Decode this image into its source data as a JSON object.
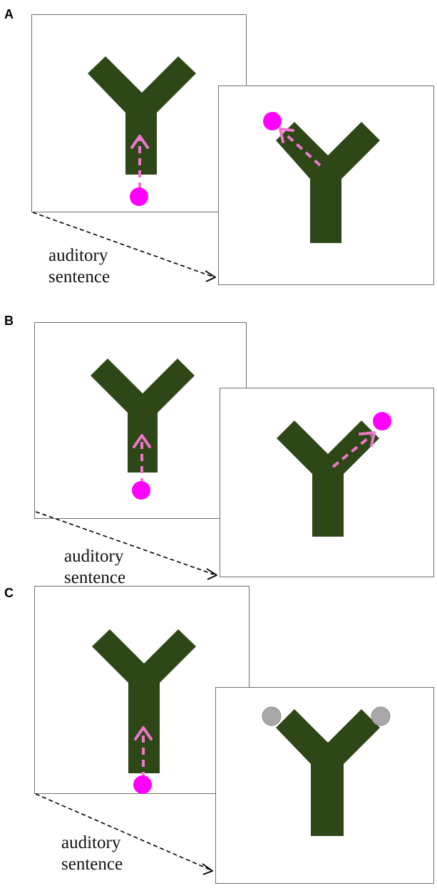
{
  "panels": [
    {
      "label": "A",
      "caption_line1": "auditory",
      "caption_line2": "sentence",
      "second_frame": "marker-moves-to-left-arm"
    },
    {
      "label": "B",
      "caption_line1": "auditory",
      "caption_line2": "sentence",
      "second_frame": "marker-moves-to-right-arm"
    },
    {
      "label": "C",
      "caption_line1": "auditory",
      "caption_line2": "sentence",
      "second_frame": "two-gray-markers-at-arm-ends"
    }
  ],
  "colors": {
    "y_shape": "#2d4717",
    "marker": "#ff00ff",
    "path_arrow": "#ee77cc",
    "gray_marker": "#a8a8a8",
    "frame_border": "#6f6f6f",
    "timeline_arrow": "#000000"
  }
}
